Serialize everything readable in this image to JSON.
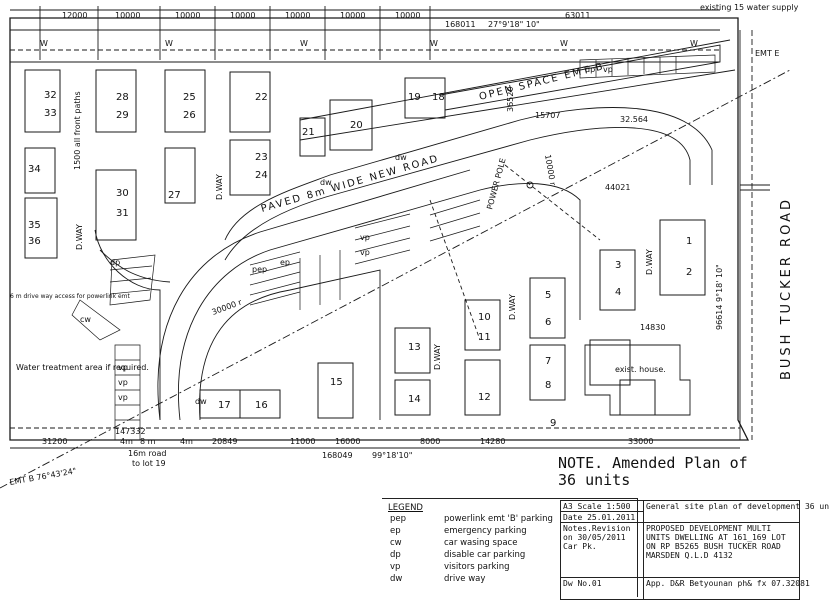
{
  "top_dims": {
    "d1": "10000",
    "d2": "12000",
    "d3": "10000",
    "d4": "10000",
    "d5": "10000",
    "d6": "10000",
    "d7": "10000",
    "d8": "10000",
    "d9": "10000",
    "d10": "168011",
    "d11": "27°9'18\" 10\"",
    "d12": "63011"
  },
  "bottom_dims": {
    "a": "31200",
    "b": "20849",
    "c": "11000",
    "d": "16000",
    "e": "8000",
    "f": "14280",
    "g": "33000",
    "h": "168049",
    "i": "99°18'10\"",
    "j": "8 m",
    "k": "4m",
    "l": "4m",
    "m": "16m road",
    "n": "to lot 19",
    "o": "147332"
  },
  "edge_labels": {
    "existing_water": "existing 15 water supply",
    "emt_e": "EMT E",
    "emt_b": "EMT B  76°43'24\"",
    "open_space": "OPEN  SPACE  EMT B",
    "paved_road": "PAVED  8m  WIDE  NEW  ROAD",
    "bush_tucker": "BUSH  TUCKER  ROAD",
    "dway1": "D.WAY",
    "dway2": "D.WAY",
    "dway3": "D.WAY",
    "dway4": "D.WAY",
    "dway5": "D.WAY",
    "power_pole": "POWER POLE",
    "water_treatment": "Water treatment area if required.",
    "exist_house": "exist. house.",
    "front_paths": "1500 all front paths",
    "powerlink_access": "6 m drive way access for powerlink emt",
    "radius1": "30000 r",
    "radius2": "10000 r",
    "dim_44021": "44021",
    "dim_15707": "15707",
    "dim_32564": "32.564",
    "dim_96614": "96614  9°18' 10\"",
    "dim_36520": "36520",
    "dim_14830": "14830"
  },
  "units": [
    "1",
    "2",
    "3",
    "4",
    "5",
    "6",
    "7",
    "8",
    "9",
    "10",
    "11",
    "12",
    "13",
    "14",
    "15",
    "16",
    "17",
    "18",
    "19",
    "20",
    "21",
    "22",
    "23",
    "24",
    "25",
    "26",
    "27",
    "28",
    "29",
    "30",
    "31",
    "32",
    "33",
    "34",
    "35",
    "36"
  ],
  "parking_codes": {
    "vp": "vp",
    "ep": "ep",
    "dp": "dp",
    "pep": "pep",
    "cw": "cw",
    "dw": "dw",
    "w": "W"
  },
  "note": {
    "line1": "NOTE. Amended Plan of",
    "line2": "36 units"
  },
  "legend": {
    "title": "LEGEND",
    "items": [
      {
        "code": "pep",
        "desc": "powerlink emt 'B' parking"
      },
      {
        "code": "ep",
        "desc": "emergency parking"
      },
      {
        "code": "cw",
        "desc": "car wasing space"
      },
      {
        "code": "dp",
        "desc": "disable car parking"
      },
      {
        "code": "vp",
        "desc": "visitors  parking"
      },
      {
        "code": "dw",
        "desc": "drive way"
      }
    ]
  },
  "title_block": {
    "scale": "A3 Scale 1:500",
    "date": "Date  25.01.2011",
    "notes": "Notes.Revision on 30/05/2011 Car Pk.",
    "drawing_no": "Dw No.01",
    "header": "General site plan of development  36 un",
    "desc1": "PROPOSED  DEVELOPMENT MULTI",
    "desc2": "UNITS DWELLING AT 161_169 LOT",
    "desc3": "ON RP B5265 BUSH TUCKER ROAD",
    "desc4": "MARSDEN  Q.L.D  4132",
    "applicant": "App. D&R Betyounan ph& fx  07.32081"
  }
}
